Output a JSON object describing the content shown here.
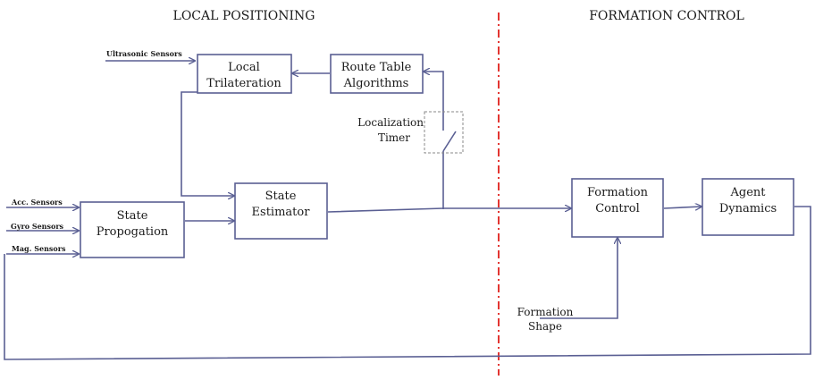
{
  "sections": {
    "left_title": "LOCAL POSITIONING",
    "right_title": "FORMATION CONTROL"
  },
  "blocks": {
    "local_trilateration": [
      "Local",
      "Trilateration"
    ],
    "route_table": [
      "Route Table",
      "Algorithms"
    ],
    "state_estimator": [
      "State",
      "Estimator"
    ],
    "state_propogation": [
      "State",
      "Propogation"
    ],
    "formation_control": [
      "Formation",
      "Control"
    ],
    "agent_dynamics": [
      "Agent",
      "Dynamics"
    ]
  },
  "sensors": {
    "ultrasonic": "Ultrasonic Sensors",
    "acc": "Acc. Sensors",
    "gyro": "Gyro Sensors",
    "mag": "Mag. Sensors"
  },
  "labels": {
    "localization_timer": [
      "Localization",
      "Timer"
    ],
    "formation_shape": [
      "Formation",
      "Shape"
    ]
  },
  "colors": {
    "line": "#5a5f93",
    "divider": "#e0201c"
  }
}
